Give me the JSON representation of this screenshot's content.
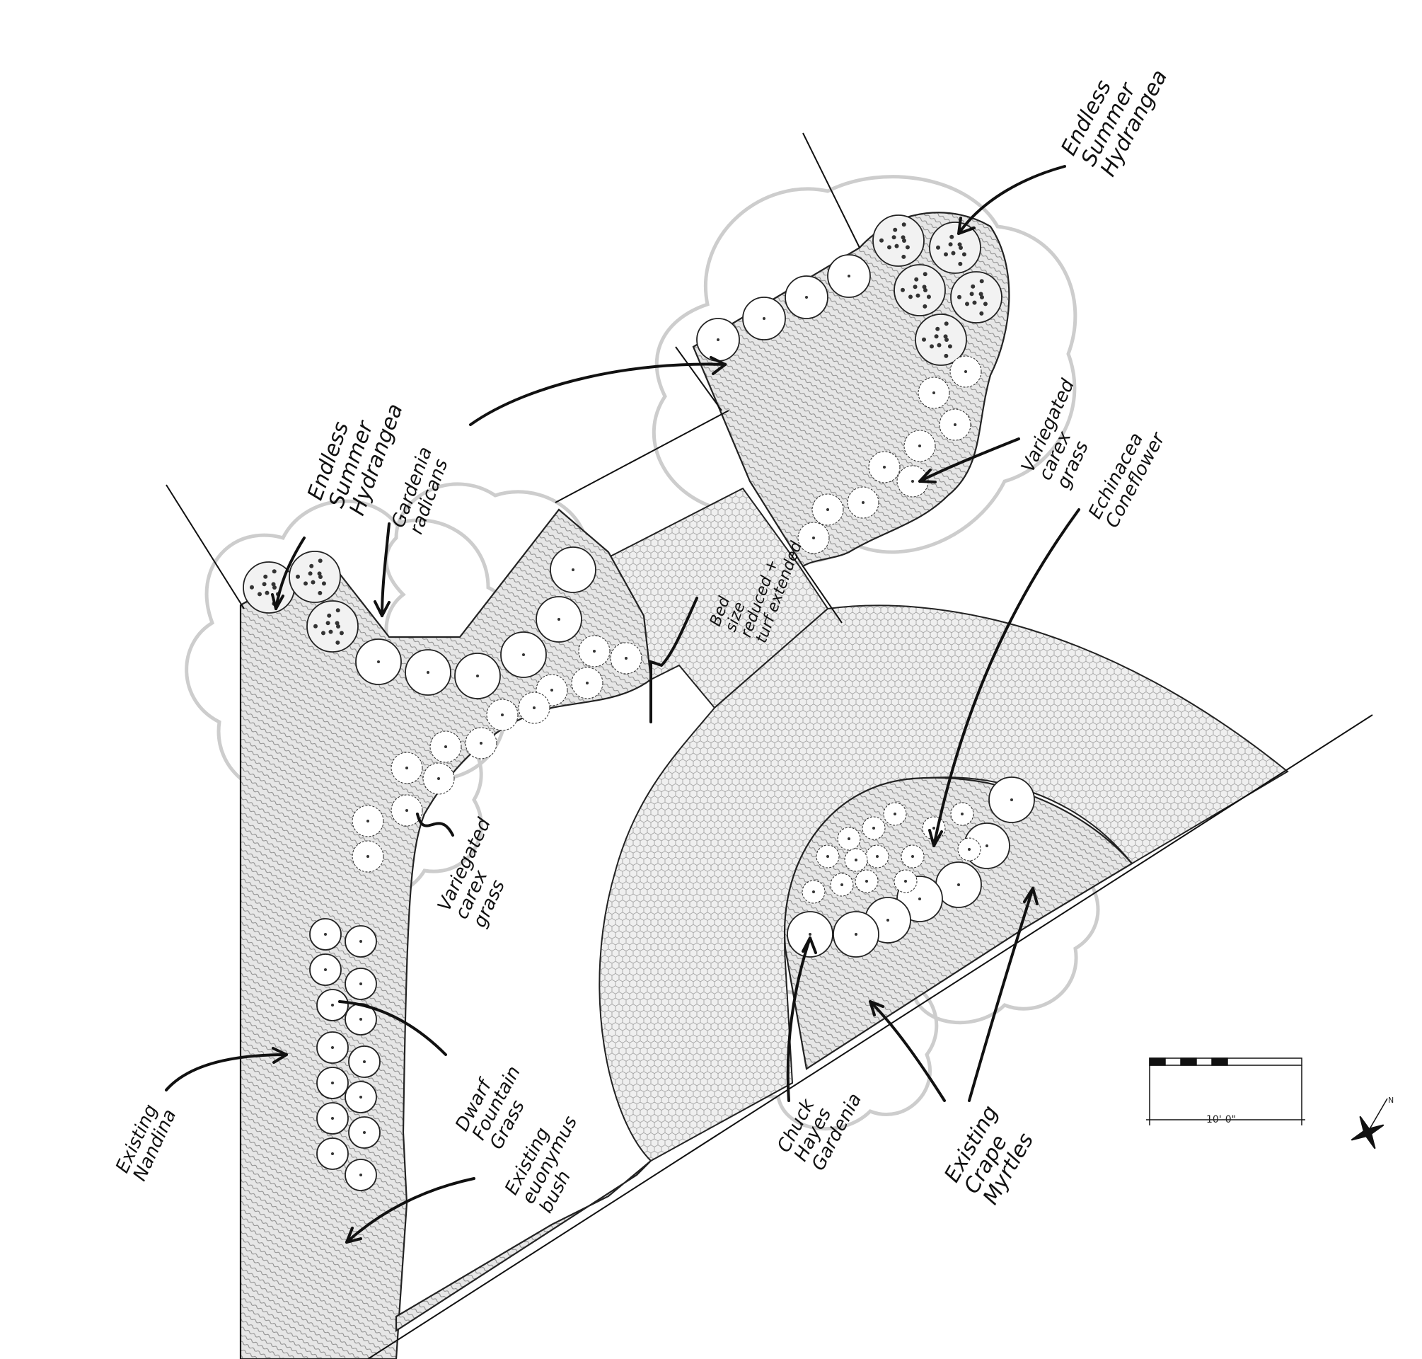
{
  "labels": {
    "hydrangea_top": "Endless\nSummer\nHydrangea",
    "hydrangea_left": "Endless\nSummer\nHydrangea",
    "gardenia_radicans": "Gardenia\nradicans",
    "carex_right": "Variegated\ncarex\ngrass",
    "carex_left": "Variegated\ncarex\ngrass",
    "echinacea": "Echinacea\nConeflower",
    "bed_note": "Bed\nsize\nreduced +\nturf extended",
    "existing_nandina": "Existing\nNandina",
    "dwarf_fountain_grass": "Dwarf\nFountain\nGrass",
    "existing_euonymus": "Existing\neuonymus\nbush",
    "chuck_hayes": "Chuck\nHayes\nGardenia",
    "crape_myrtles": "Existing\nCrape\nMyrtles"
  },
  "scale_bar": {
    "label": "10'-0\""
  },
  "north_arrow": {
    "label": "N"
  },
  "colors": {
    "line": "#111111",
    "tree_ghost": "#c8c8c8",
    "bed_fill": "#e4e4e4",
    "turf_fill": "#ececec"
  }
}
